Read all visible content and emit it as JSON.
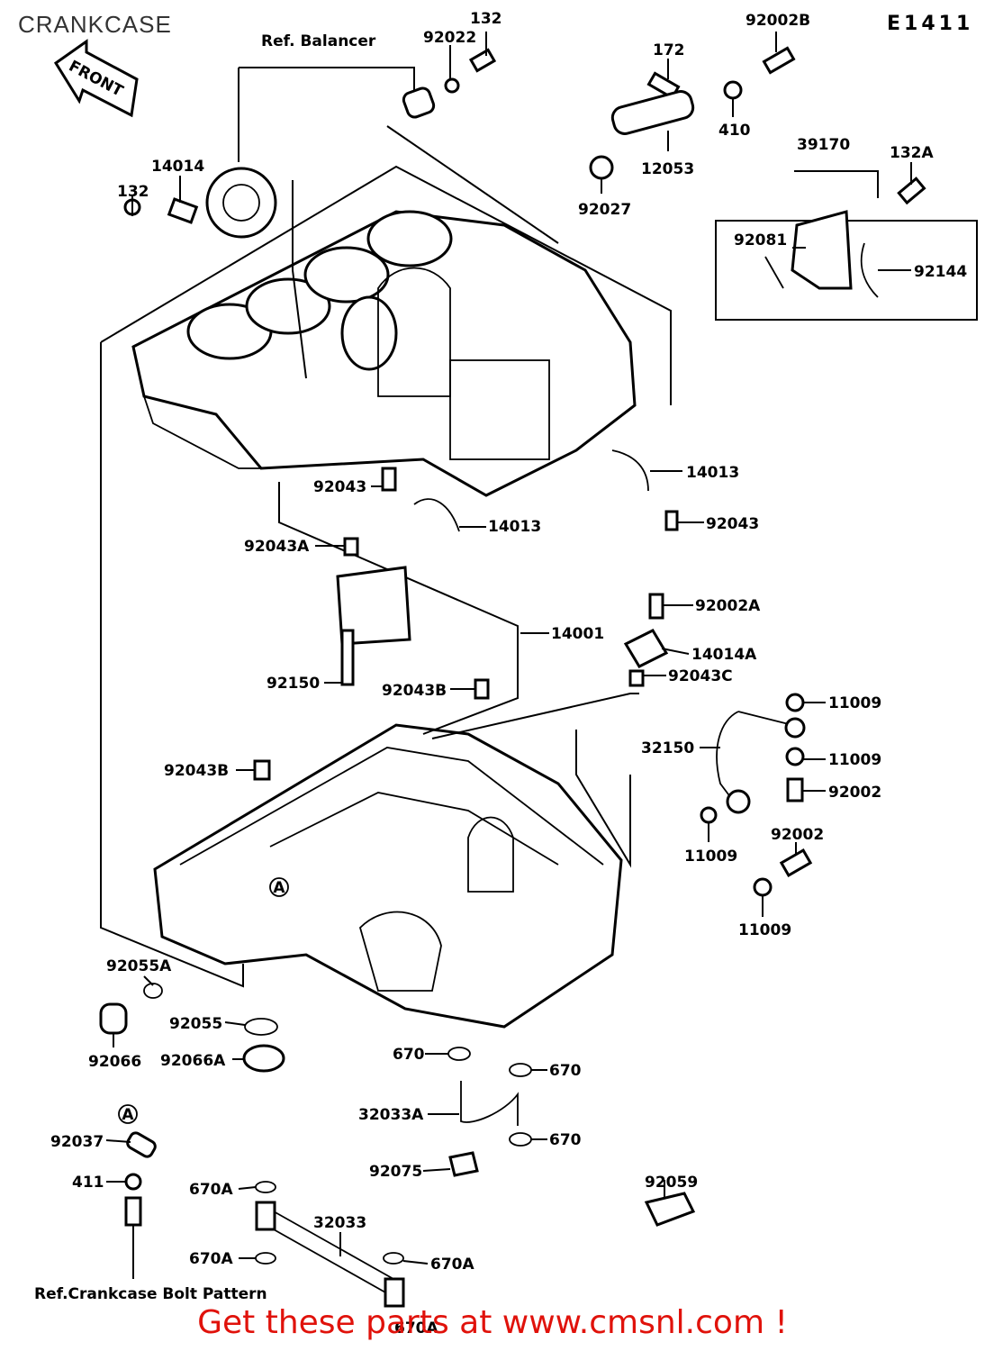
{
  "header": {
    "title": "CRANKCASE",
    "code": "E1411"
  },
  "arrow_label": "FRONT",
  "ref_labels": {
    "balancer": "Ref. Balancer",
    "bolt_pattern": "Ref.Crankcase Bolt Pattern"
  },
  "callouts": [
    "132",
    "92022",
    "92002B",
    "172",
    "410",
    "12053",
    "92027",
    "39170",
    "132A",
    "92081",
    "92144",
    "14014",
    "132",
    "14013",
    "92043",
    "14013",
    "92043",
    "92043A",
    "14001",
    "92002A",
    "14014A",
    "92150",
    "92043B",
    "92043C",
    "11009",
    "32150",
    "11009",
    "92002",
    "92043B",
    "11009",
    "92002",
    "11009",
    "92055A",
    "92055",
    "92066",
    "92066A",
    "670",
    "670",
    "32033A",
    "670",
    "92037",
    "92075",
    "411",
    "670A",
    "92059",
    "32033",
    "670A",
    "670A",
    "670A"
  ],
  "circle_mark": "A",
  "promo": "Get these parts at www.cmsnl.com !"
}
